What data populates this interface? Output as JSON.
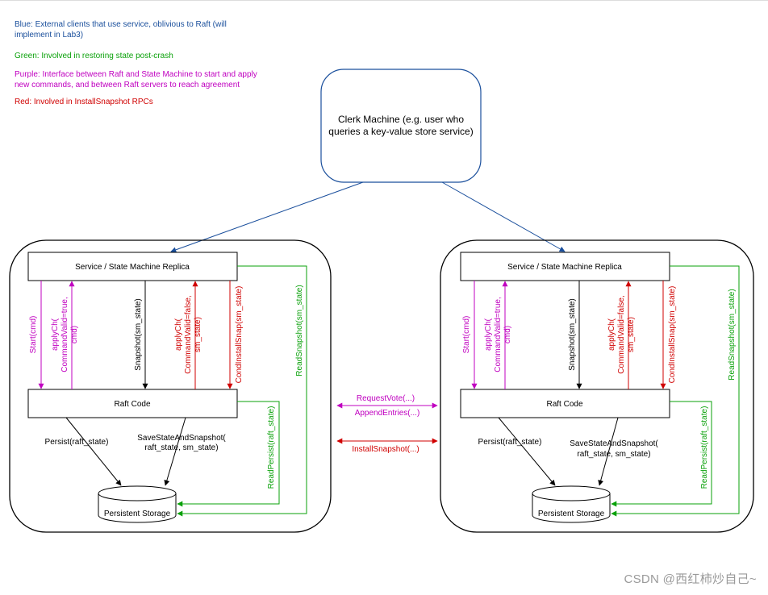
{
  "legend": {
    "blue": "Blue: External clients that use service, oblivious to Raft (will implement in Lab3)",
    "green": "Green: Involved in restoring state post-crash",
    "purple": "Purple: Interface between Raft and State Machine to start and apply new commands, and between Raft servers to reach agreement",
    "red": "Red: Involved in InstallSnapshot RPCs"
  },
  "clerk": {
    "line1": "Clerk Machine (e.g. user who",
    "line2": "queries a key-value store service)"
  },
  "server": {
    "service_label": "Service / State Machine Replica",
    "raft_label": "Raft Code",
    "storage_label": "Persistent Storage",
    "start": "Start(cmd)",
    "apply_cmd": [
      "applyCh(",
      "CommandValid=true,",
      "cmd)"
    ],
    "snapshot": "Snapshot(sm_state)",
    "apply_snap": [
      "applyCh(",
      "CommandValid=false,",
      "sm_state)"
    ],
    "cond_install": "CondInstallSnap(sm_state)",
    "read_snapshot": "ReadSnapshot(sm_state)",
    "read_persist": "ReadPersist(raft_state)",
    "persist": "Persist(raft_state)",
    "save_state": [
      "SaveStateAndSnapshot(",
      "raft_state, sm_state)"
    ]
  },
  "rpc": {
    "request_vote": "RequestVote(...)",
    "append_entries": "AppendEntries(...)",
    "install_snapshot": "InstallSnapshot(...)"
  },
  "colors": {
    "blue": "#1a4f9c",
    "green": "#0aa10a",
    "purple": "#c000c0",
    "red": "#d00000",
    "black": "#000000"
  },
  "watermark": "CSDN @西红柿炒自己~"
}
